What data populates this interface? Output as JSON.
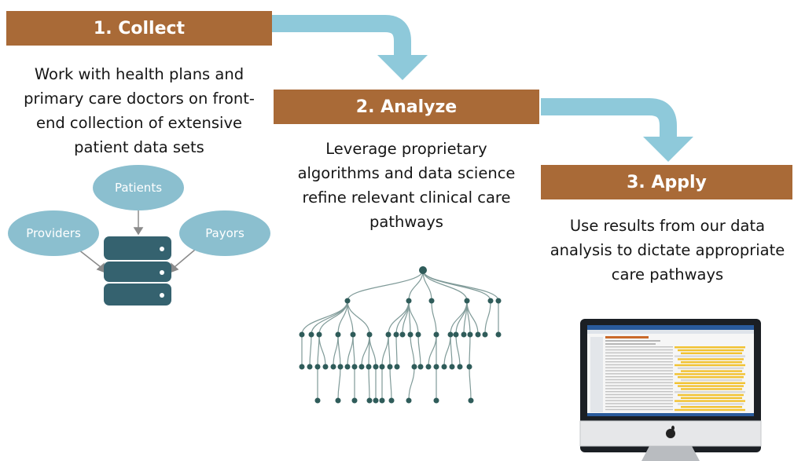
{
  "colors": {
    "banner": "#a96a37",
    "arrow": "#8ec9da",
    "bubble": "#8bbfcf",
    "database": "#35626f",
    "tree": "#2f5c5a",
    "highlight": "#f2c230"
  },
  "steps": [
    {
      "title": "1. Collect",
      "description": [
        "Work with health plans and",
        "primary care doctors on front-",
        "end collection of extensive",
        "patient data sets"
      ]
    },
    {
      "title": "2. Analyze",
      "description": [
        "Leverage proprietary",
        "algorithms and data science",
        "refine relevant clinical care",
        "pathways"
      ]
    },
    {
      "title": "3. Apply",
      "description": [
        "Use results from our data",
        "analysis to dictate appropriate",
        "care pathways"
      ]
    }
  ],
  "sources": {
    "patients": "Patients",
    "providers": "Providers",
    "payors": "Payors"
  },
  "icons": {
    "database": "database-icon",
    "tree": "decision-tree-icon",
    "monitor": "monitor-icon",
    "logo": "apple-logo-icon"
  }
}
